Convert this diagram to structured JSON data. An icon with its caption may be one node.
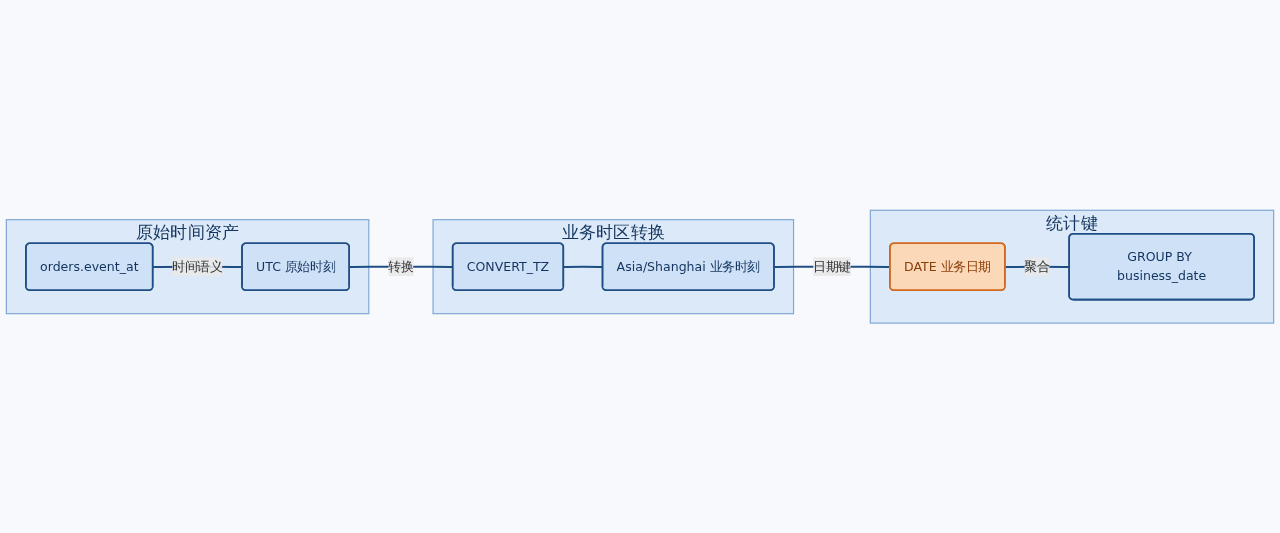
{
  "diagram": {
    "nodes": [
      {
        "text": [
          "原始时间资产"
        ]
      },
      {
        "text": [
          "orders.event_at"
        ],
        "in": 0
      },
      {
        "text": [
          "UTC 原始时刻"
        ],
        "in": 0
      },
      {
        "text": [
          "业务时区转换"
        ]
      },
      {
        "text": [
          "CONVERT_TZ"
        ],
        "in": 3
      },
      {
        "text": [
          "Asia/Shanghai 业务时刻"
        ],
        "in": 3
      },
      {
        "text": [
          "统计键"
        ]
      },
      {
        "text": [
          "DATE 业务日期"
        ],
        "in": 6
      },
      {
        "text": [
          "GROUP BY business_date"
        ],
        "in": 6
      }
    ],
    "edges": [
      {
        "from": 1,
        "to": 2,
        "arrow": "none",
        "label": "时间语义"
      },
      {
        "from": 2,
        "to": 4,
        "arrow": "none",
        "label": "转换"
      },
      {
        "from": 4,
        "to": 5,
        "arrow": "none"
      },
      {
        "from": 5,
        "to": 7,
        "arrow": "none",
        "label": "日期键"
      },
      {
        "from": 7,
        "to": 8,
        "arrow": "none",
        "label": "聚合"
      }
    ]
  }
}
